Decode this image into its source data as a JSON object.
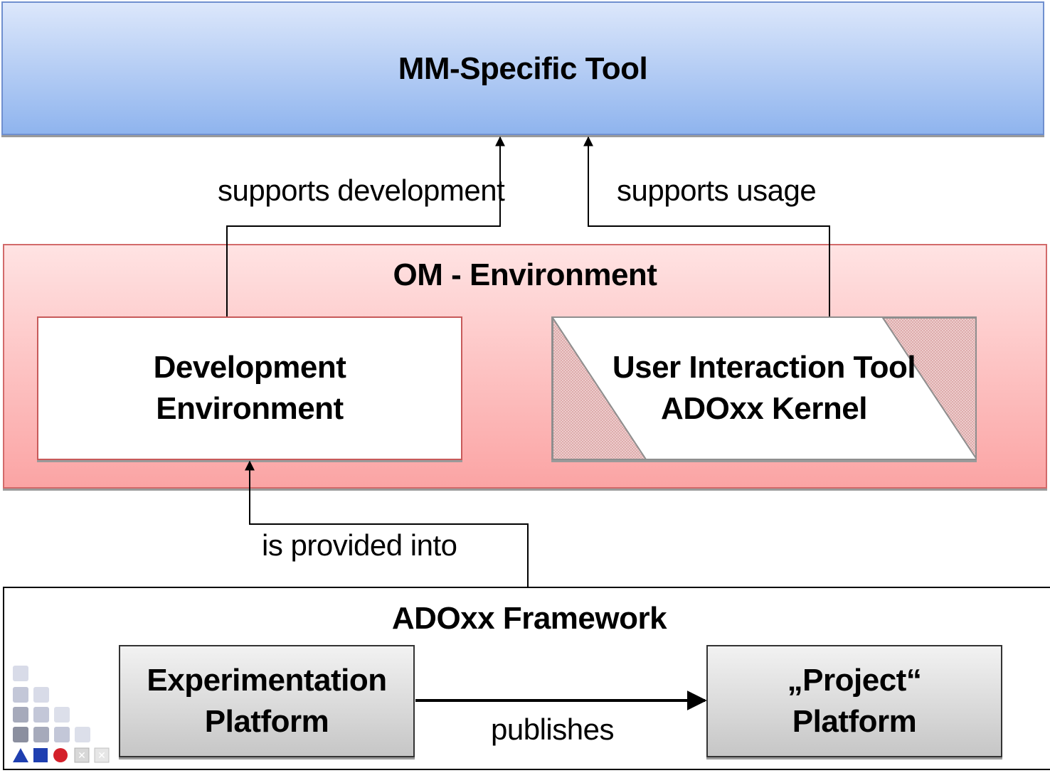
{
  "mm_tool": {
    "title": "MM-Specific Tool"
  },
  "om_environment": {
    "title": "OM - Environment",
    "development_environment": {
      "line1": "Development",
      "line2": "Environment"
    },
    "user_interaction_tool": {
      "line1": "User Interaction Tool",
      "line2": "ADOxx Kernel"
    }
  },
  "adoxx_framework": {
    "title": "ADOxx Framework",
    "experimentation_platform": {
      "line1": "Experimentation",
      "line2": "Platform"
    },
    "project_platform": {
      "line1": "„Project“",
      "line2": "Platform"
    }
  },
  "relations": {
    "supports_development": "supports development",
    "supports_usage": "supports usage",
    "is_provided_into": "is provided into",
    "publishes": "publishes"
  },
  "colors": {
    "mm_tool_top": "#dce7fb",
    "mm_tool_bottom": "#8fb4ee",
    "om_top": "#ffe3e3",
    "om_bottom": "#fba4a4",
    "platform_top": "#f2f2f2",
    "platform_bottom": "#c6c6c6",
    "hatch": "#e3aaaa"
  },
  "icons": [
    "adoxx-logo-icon"
  ]
}
